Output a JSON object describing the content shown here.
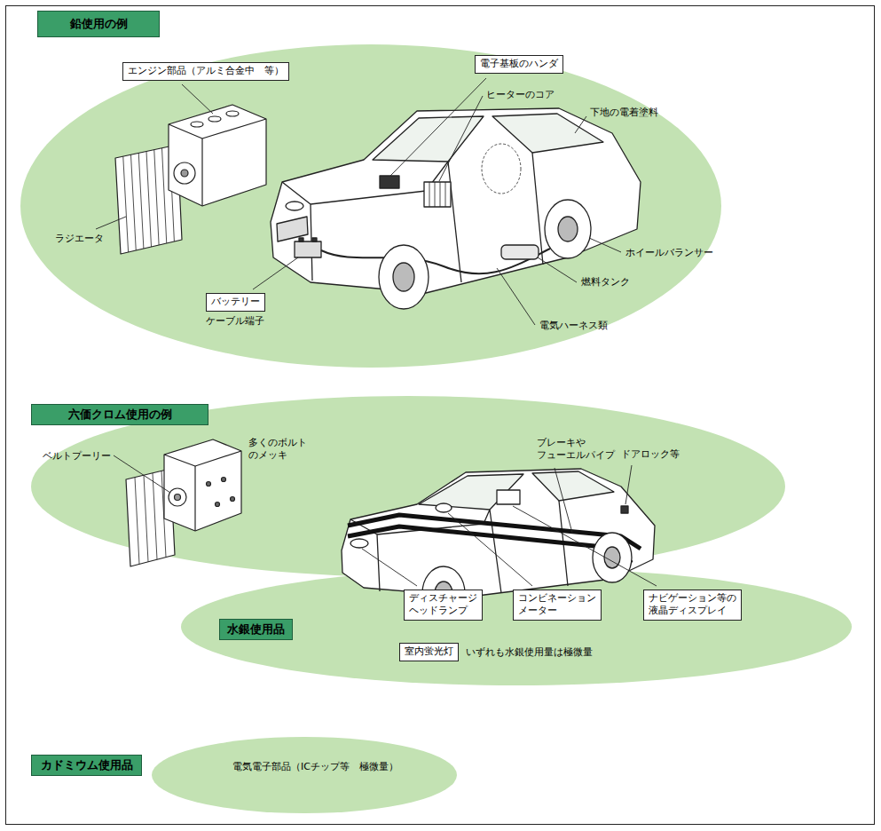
{
  "diagram": {
    "nodes": [
      {
        "text": [
          "鉛使用の例"
        ]
      },
      {
        "text": [
          "エンジン部品（アルミ合金中　等）"
        ]
      },
      {
        "text": [
          "電子基板のハンダ"
        ]
      },
      {
        "text": [
          "バッテリー"
        ]
      },
      {
        "text": [
          "六価クロム使用の例"
        ]
      },
      {
        "text": [
          "水銀使用品"
        ]
      },
      {
        "text": [
          "ディスチャージ ヘッドランプ"
        ]
      },
      {
        "text": [
          "コンビネーション メーター"
        ]
      },
      {
        "text": [
          "ナビゲーション等の 液晶ディスプレイ"
        ]
      },
      {
        "text": [
          "室内蛍光灯"
        ]
      },
      {
        "text": [
          "カドミウム使用品"
        ]
      }
    ],
    "labels": [
      "ヒーターのコア",
      "下地の電着塗料",
      "ラジエータ",
      "ホイールバランサー",
      "燃料タンク",
      "ケーブル端子",
      "電気ハーネス類",
      "ベルトプーリー",
      "多くのボルト のメッキ",
      "ブレーキや フューエルパイプ",
      "ドアロック等",
      "いずれも水銀使用量は極微量",
      "電気電子部品（ICチップ等　極微量）"
    ]
  }
}
